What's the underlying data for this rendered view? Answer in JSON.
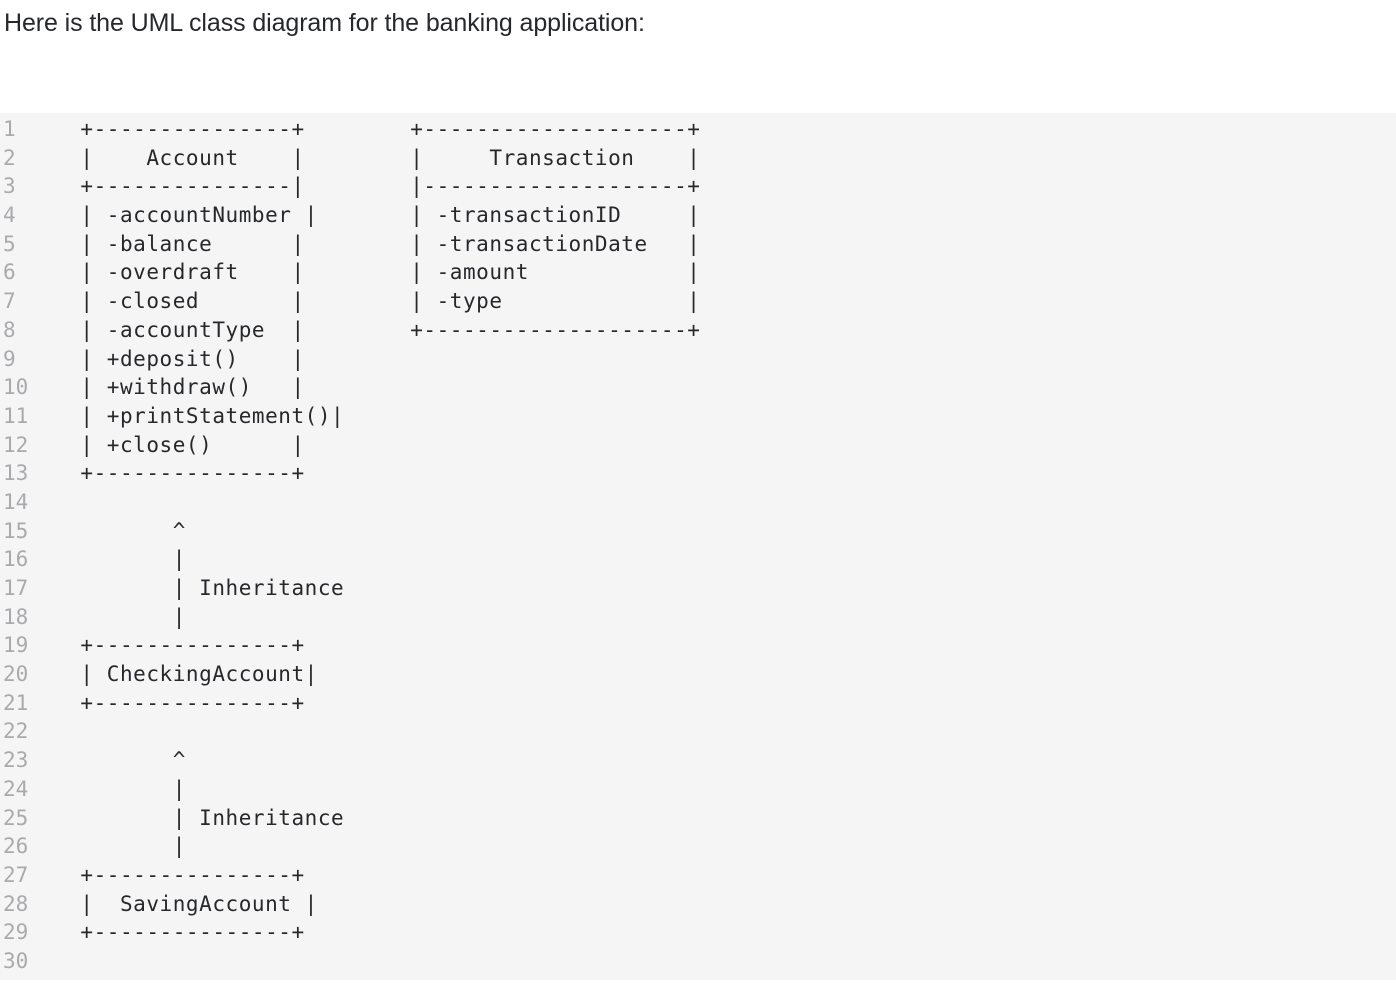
{
  "intro": {
    "text": "Here is the UML class diagram for the banking application:"
  },
  "code_block": {
    "language": "text",
    "first_line_number": 1,
    "total_lines": 30,
    "background_color": "#f5f5f5",
    "line_number_color": "#a9aaad",
    "code_color": "#26282c",
    "lines": [
      {
        "n": "1",
        "text": "  +---------------+        +--------------------+"
      },
      {
        "n": "2",
        "text": "  |    Account    |        |     Transaction    |"
      },
      {
        "n": "3",
        "text": "  +---------------|        |--------------------+"
      },
      {
        "n": "4",
        "text": "  | -accountNumber |       | -transactionID     |"
      },
      {
        "n": "5",
        "text": "  | -balance      |        | -transactionDate   |"
      },
      {
        "n": "6",
        "text": "  | -overdraft    |        | -amount            |"
      },
      {
        "n": "7",
        "text": "  | -closed       |        | -type              |"
      },
      {
        "n": "8",
        "text": "  | -accountType  |        +--------------------+"
      },
      {
        "n": "9",
        "text": "  | +deposit()    |"
      },
      {
        "n": "10",
        "text": "  | +withdraw()   |"
      },
      {
        "n": "11",
        "text": "  | +printStatement()|"
      },
      {
        "n": "12",
        "text": "  | +close()      |"
      },
      {
        "n": "13",
        "text": "  +---------------+"
      },
      {
        "n": "14",
        "text": ""
      },
      {
        "n": "15",
        "text": "         ^"
      },
      {
        "n": "16",
        "text": "         |"
      },
      {
        "n": "17",
        "text": "         | Inheritance"
      },
      {
        "n": "18",
        "text": "         |"
      },
      {
        "n": "19",
        "text": "  +---------------+"
      },
      {
        "n": "20",
        "text": "  | CheckingAccount|"
      },
      {
        "n": "21",
        "text": "  +---------------+"
      },
      {
        "n": "22",
        "text": ""
      },
      {
        "n": "23",
        "text": "         ^"
      },
      {
        "n": "24",
        "text": "         |"
      },
      {
        "n": "25",
        "text": "         | Inheritance"
      },
      {
        "n": "26",
        "text": "         |"
      },
      {
        "n": "27",
        "text": "  +---------------+"
      },
      {
        "n": "28",
        "text": "  |  SavingAccount |"
      },
      {
        "n": "29",
        "text": "  +---------------+"
      },
      {
        "n": "30",
        "text": ""
      }
    ],
    "diagram": {
      "type": "uml-class-diagram",
      "classes": [
        {
          "name": "Account",
          "attributes": [
            "-accountNumber",
            "-balance",
            "-overdraft",
            "-closed",
            "-accountType"
          ],
          "methods": [
            "+deposit()",
            "+withdraw()",
            "+printStatement()",
            "+close()"
          ]
        },
        {
          "name": "Transaction",
          "attributes": [
            "-transactionID",
            "-transactionDate",
            "-amount",
            "-type"
          ],
          "methods": []
        },
        {
          "name": "CheckingAccount",
          "attributes": [],
          "methods": []
        },
        {
          "name": "SavingAccount",
          "attributes": [],
          "methods": []
        }
      ],
      "relationships": [
        {
          "label": "Inheritance",
          "from": "CheckingAccount",
          "to": "Account"
        },
        {
          "label": "Inheritance",
          "from": "SavingAccount",
          "to": "CheckingAccount"
        }
      ]
    }
  }
}
